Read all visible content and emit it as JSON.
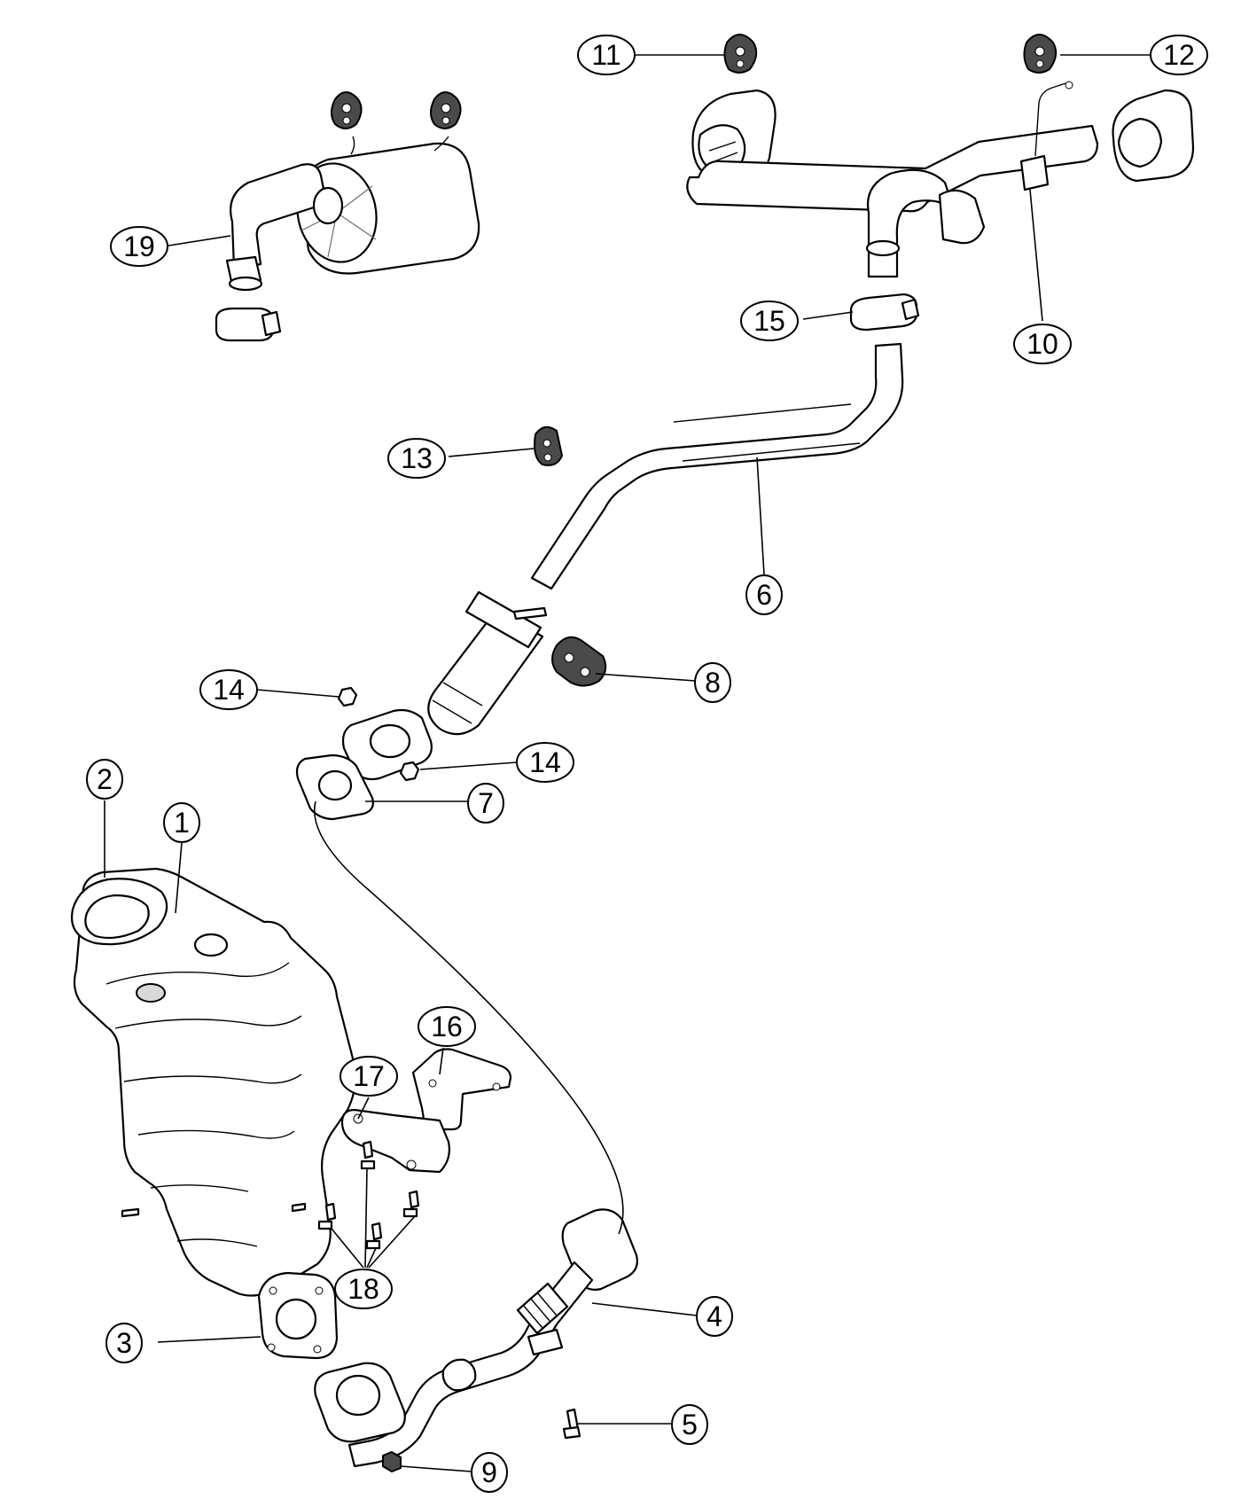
{
  "diagram": {
    "callouts": [
      {
        "id": "c1",
        "label": "1"
      },
      {
        "id": "c2",
        "label": "2"
      },
      {
        "id": "c3",
        "label": "3"
      },
      {
        "id": "c4",
        "label": "4"
      },
      {
        "id": "c5",
        "label": "5"
      },
      {
        "id": "c6",
        "label": "6"
      },
      {
        "id": "c7",
        "label": "7"
      },
      {
        "id": "c8",
        "label": "8"
      },
      {
        "id": "c9",
        "label": "9"
      },
      {
        "id": "c10",
        "label": "10"
      },
      {
        "id": "c11",
        "label": "11"
      },
      {
        "id": "c12",
        "label": "12"
      },
      {
        "id": "c13",
        "label": "13"
      },
      {
        "id": "c14a",
        "label": "14"
      },
      {
        "id": "c14b",
        "label": "14"
      },
      {
        "id": "c15",
        "label": "15"
      },
      {
        "id": "c16",
        "label": "16"
      },
      {
        "id": "c17",
        "label": "17"
      },
      {
        "id": "c18",
        "label": "18"
      },
      {
        "id": "c19",
        "label": "19"
      }
    ]
  }
}
